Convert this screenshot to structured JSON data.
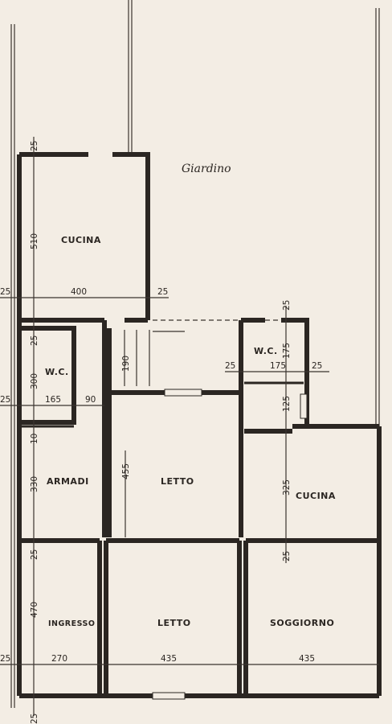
{
  "garden_label": "Giardino",
  "rooms": {
    "cucina_top": "CUCINA",
    "wc_left": "W.C.",
    "armadi": "ARMADI",
    "letto_middle": "LETTO",
    "wc_right": "W.C.",
    "cucina_right": "CUCINA",
    "ingresso": "INGRESSO",
    "letto_bottom": "LETTO",
    "soggiorno": "SOGGIORNO"
  },
  "dimensions": {
    "d25_top": "25",
    "d510": "510",
    "d400": "400",
    "d25_right_kitchen": "25",
    "d25_left_mid": "25",
    "d25_wc_top": "25",
    "d300": "300",
    "d165": "165",
    "d90": "90",
    "d25_left_wc": "25",
    "d10": "10",
    "d190": "190",
    "d25_rwc_top": "25",
    "d175_v": "175",
    "d175_h": "175",
    "d25_rwc_left": "25",
    "d25_rwc_right": "25",
    "d125": "125",
    "d330": "330",
    "d455": "455",
    "d325": "325",
    "d25_armadi": "25",
    "d25_cucina_bottom": "25",
    "d470": "470",
    "d270": "270",
    "d435_mid": "435",
    "d435_right": "435",
    "d25_bottom_left": "25",
    "d25_bottom_edge": "25"
  }
}
